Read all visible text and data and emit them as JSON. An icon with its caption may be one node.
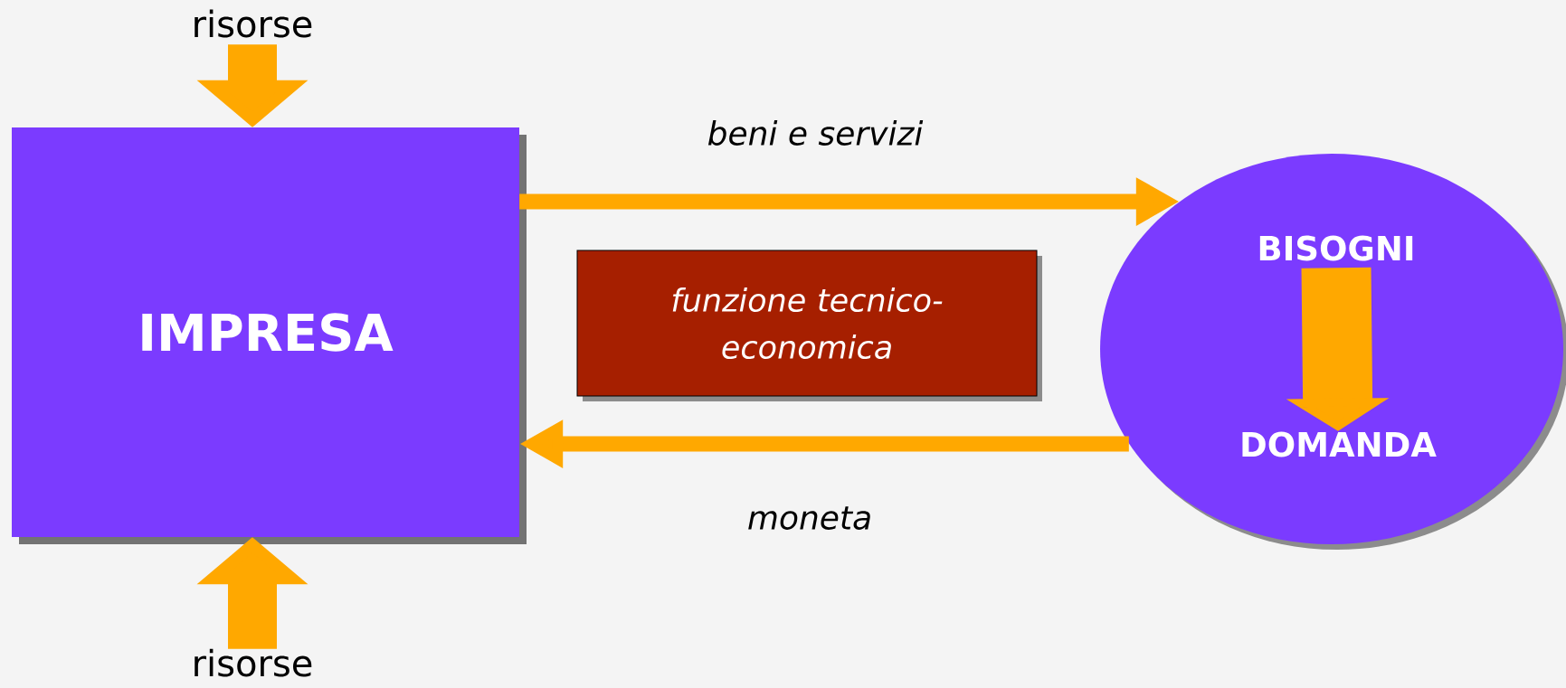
{
  "diagram": {
    "nodes": [
      {
        "text": [
          "risorse"
        ]
      },
      {
        "text": [
          "IMPRESA"
        ]
      },
      {
        "text": [
          "funzione tecnico-economica"
        ]
      },
      {
        "text": [],
        "shape": "ellipse"
      },
      {
        "text": [
          "BISOGNI"
        ],
        "in": 3
      },
      {
        "text": [
          "DOMANDA"
        ],
        "in": 3
      },
      {
        "text": [
          "risorse"
        ]
      }
    ],
    "edges": [
      {
        "from": 0,
        "to": 1,
        "arrow": "to"
      },
      {
        "from": 6,
        "to": 1,
        "arrow": "to"
      },
      {
        "from": 1,
        "to": 3,
        "arrow": "to",
        "label": "beni e servizi"
      },
      {
        "from": 3,
        "to": 1,
        "arrow": "to",
        "label": "moneta"
      },
      {
        "from": 4,
        "to": 5,
        "arrow": "to"
      }
    ]
  }
}
